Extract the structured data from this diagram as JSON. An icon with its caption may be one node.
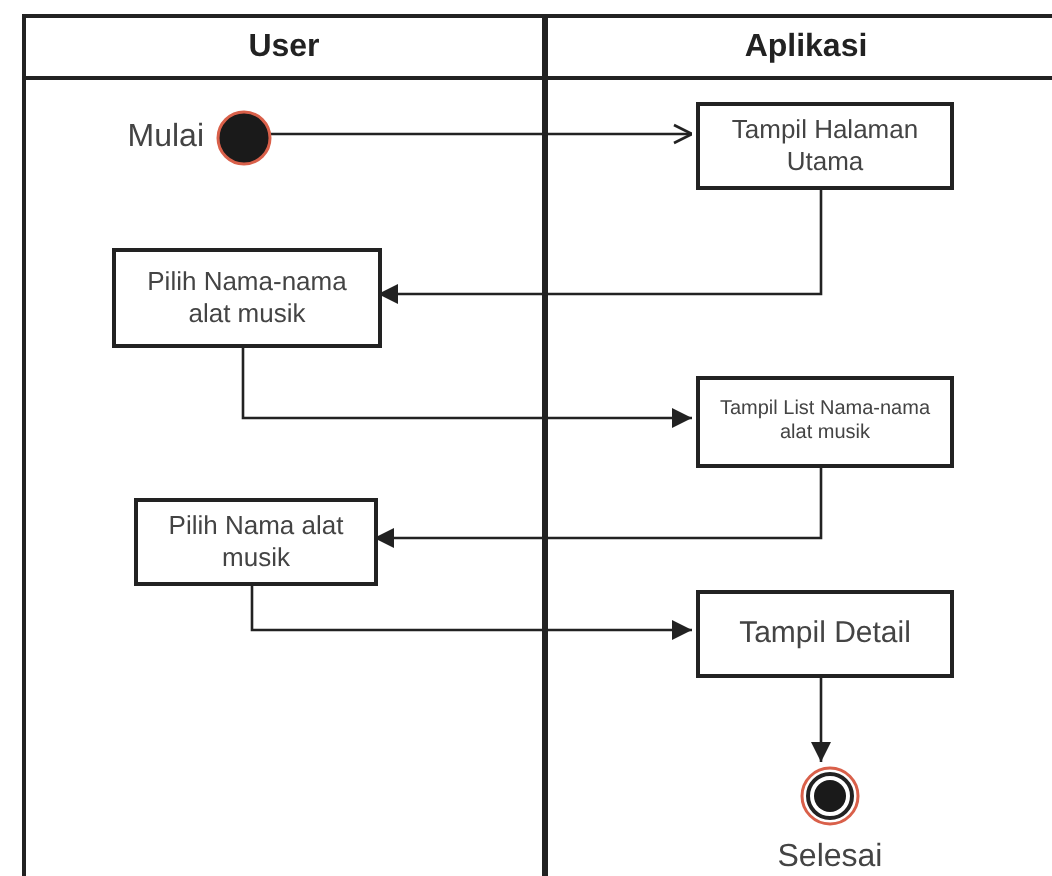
{
  "diagram": {
    "nodes": [
      {
        "text": [
          "User"
        ]
      },
      {
        "text": [
          "Aplikasi"
        ]
      },
      {
        "text": [],
        "shape": "circle",
        "beside": [
          "Mulai"
        ],
        "in": 0
      },
      {
        "text": [
          "Tampil Halaman Utama"
        ],
        "in": 1
      },
      {
        "text": [
          "Pilih Nama-nama alat musik"
        ],
        "in": 0
      },
      {
        "text": [
          "Tampil List Nama-nama alat musik"
        ],
        "in": 1
      },
      {
        "text": [
          "Pilih Nama alat musik"
        ],
        "in": 0
      },
      {
        "text": [
          "Tampil Detail"
        ],
        "in": 1
      },
      {
        "text": [],
        "shape": "circle",
        "beside": [
          "Selesai"
        ],
        "in": 1
      }
    ],
    "edges": [
      {
        "from": 2,
        "to": 3,
        "arrow": "to"
      },
      {
        "from": 3,
        "to": 4,
        "arrow": "to"
      },
      {
        "from": 4,
        "to": 5,
        "arrow": "to"
      },
      {
        "from": 5,
        "to": 6,
        "arrow": "to"
      },
      {
        "from": 6,
        "to": 7,
        "arrow": "to"
      },
      {
        "from": 7,
        "to": 8,
        "arrow": "to"
      }
    ]
  }
}
